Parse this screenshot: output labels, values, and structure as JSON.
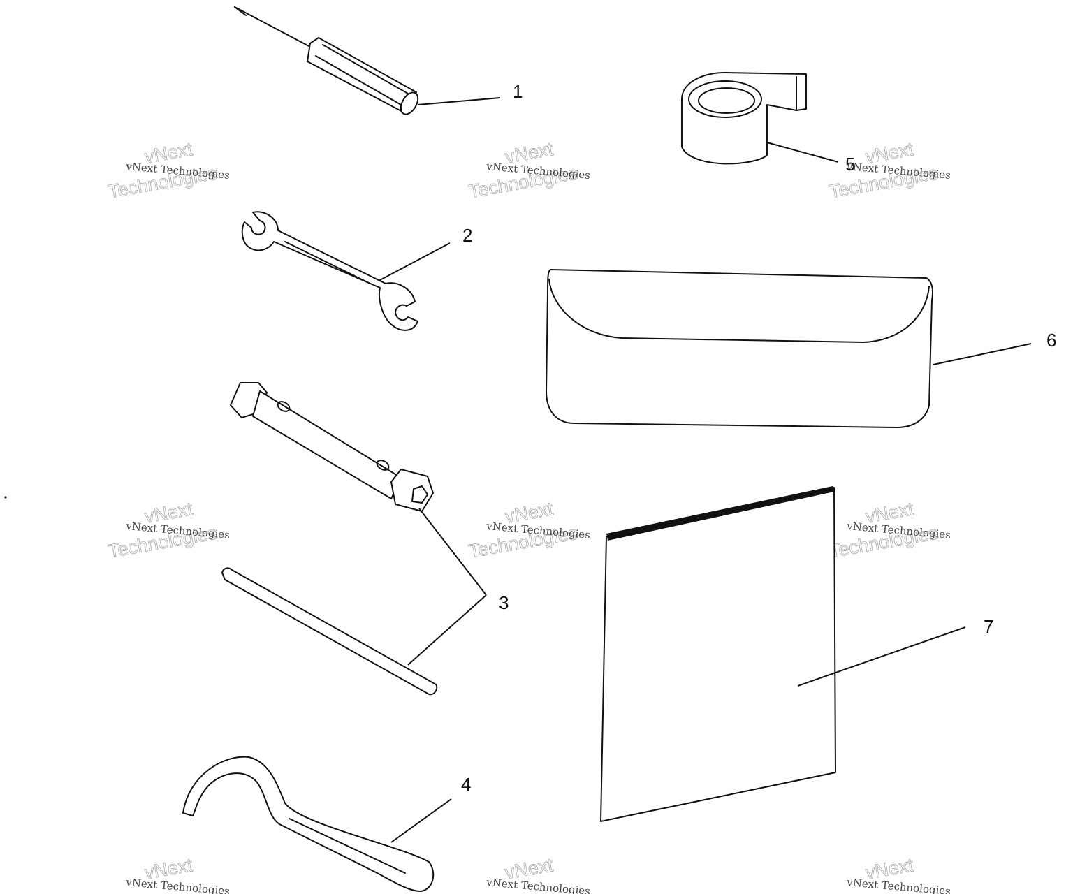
{
  "callouts": {
    "c1": "1",
    "c2": "2",
    "c3": "3",
    "c4": "4",
    "c5": "5",
    "c6": "6",
    "c7": "7"
  },
  "watermark": {
    "line_small": "vNext Technologies",
    "line_big_1": "vNext",
    "line_big_2": "Technologies"
  },
  "parts": [
    {
      "number": "1",
      "icon": "screwdriver-icon"
    },
    {
      "number": "2",
      "icon": "open-end-wrench-icon"
    },
    {
      "number": "3",
      "icon": "tube-socket-wrench-icon"
    },
    {
      "number": "4",
      "icon": "spanner-hook-wrench-icon"
    },
    {
      "number": "5",
      "icon": "strap-icon"
    },
    {
      "number": "6",
      "icon": "tool-pouch-icon"
    },
    {
      "number": "7",
      "icon": "owners-manual-icon"
    }
  ]
}
